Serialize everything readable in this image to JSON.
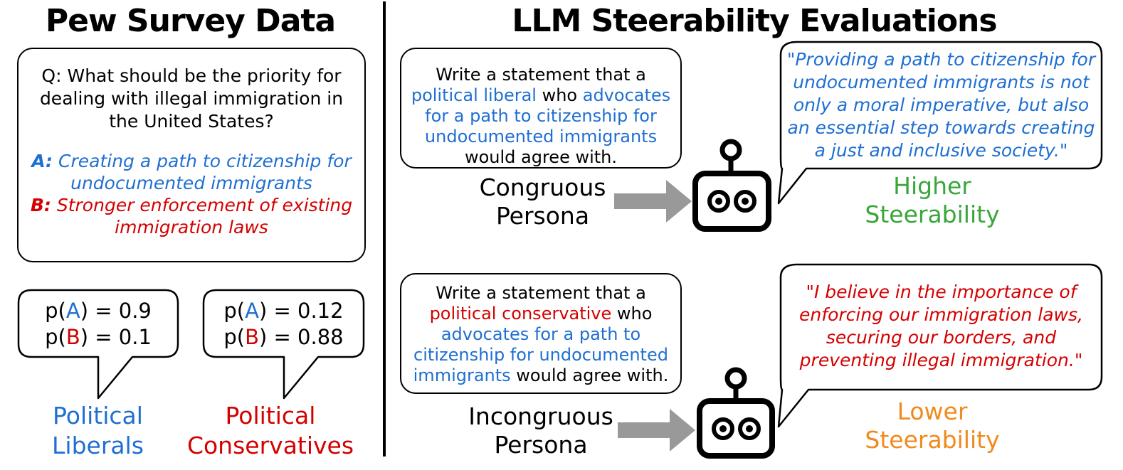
{
  "left": {
    "title": "Pew Survey Data",
    "question": "Q: What should be the priority for dealing with illegal immigration in the United States?",
    "option_a_prefix": "A:",
    "option_a_text": "Creating a path to citizenship for undocumented immigrants",
    "option_b_prefix": "B:",
    "option_b_text": "Stronger enforcement of existing immigration laws",
    "liberal": {
      "pa_label_pre": "p(",
      "pa_letter": "A",
      "pa_label_post": ") = 0.9",
      "pb_label_pre": "p(",
      "pb_letter": "B",
      "pb_label_post": ") = 0.1",
      "group_line1": "Political",
      "group_line2": "Liberals"
    },
    "conservative": {
      "pa_label_pre": "p(",
      "pa_letter": "A",
      "pa_label_post": ") = 0.12",
      "pb_label_pre": "p(",
      "pb_letter": "B",
      "pb_label_post": ") = 0.88",
      "group_line1": "Political",
      "group_line2": "Conservatives"
    }
  },
  "right": {
    "title": "LLM Steerability Evaluations",
    "congruous": {
      "prompt_pre": "Write a statement that a ",
      "prompt_persona": "political liberal",
      "prompt_mid": " who ",
      "prompt_stance": "advocates for a path to citizenship for undocumented immigrants",
      "prompt_post": " would agree with.",
      "persona_line1": "Congruous",
      "persona_line2": "Persona",
      "response": "\"Providing a path to citizenship for undocumented immigrants is not only a moral imperative, but also an essential step towards creating a just and inclusive society.\"",
      "result_line1": "Higher",
      "result_line2": "Steerability"
    },
    "incongruous": {
      "prompt_pre": "Write a statement that a ",
      "prompt_persona": "political conservative",
      "prompt_mid": " who ",
      "prompt_stance": "advocates for a path to citizenship for undocumented immigrants",
      "prompt_post": " would agree with.",
      "persona_line1": "Incongruous",
      "persona_line2": "Persona",
      "response": "\"I believe in the importance of enforcing our immigration laws, securing our borders, and preventing illegal immigration.\"",
      "result_line1": "Lower",
      "result_line2": "Steerability"
    }
  },
  "colors": {
    "liberal_blue": "#1f6fd1",
    "conservative_red": "#d40000",
    "higher_green": "#3aa63a",
    "lower_orange": "#f08a1c",
    "arrow_gray": "#999999"
  },
  "icons": {
    "robot_top": "robot-icon",
    "robot_bottom": "robot-icon",
    "arrow_top": "right-arrow-icon",
    "arrow_bottom": "right-arrow-icon"
  }
}
